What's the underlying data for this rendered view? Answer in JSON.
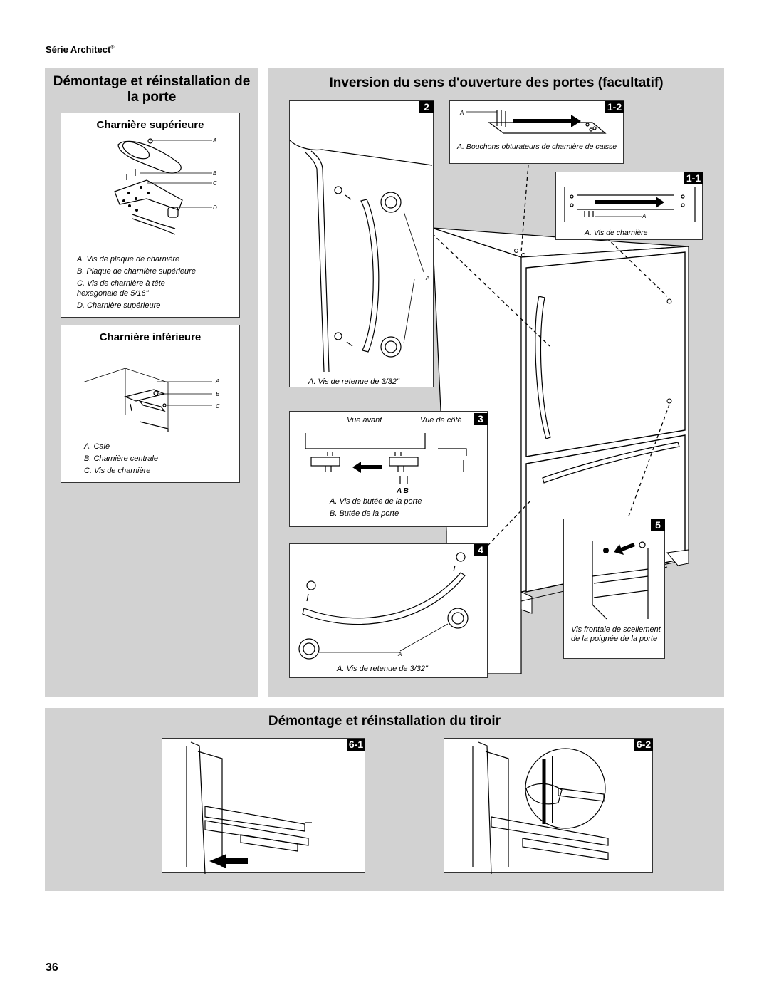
{
  "header": {
    "series": "Série Architect",
    "reg": "®"
  },
  "left_panel": {
    "title": "Démontage et réinstallation de la porte",
    "top_hinge": {
      "title": "Charnière supérieure",
      "letters": [
        "A",
        "B",
        "C",
        "D"
      ],
      "legend": [
        "A. Vis de plaque de charnière",
        "B. Plaque de charnière supérieure",
        "C. Vis de charnière à tête hexagonale de 5/16\"",
        "D. Charnière supérieure"
      ]
    },
    "bottom_hinge": {
      "title": "Charnière inférieure",
      "letters": [
        "A",
        "B",
        "C"
      ],
      "legend": [
        "A. Cale",
        "B. Charnière centrale",
        "C. Vis de charnière"
      ]
    }
  },
  "right_panel": {
    "title": "Inversion du sens d'ouverture des portes (facultatif)",
    "fig2": {
      "badge": "2",
      "letter": "A",
      "caption": "A. Vis de retenue de 3/32\""
    },
    "fig1_2": {
      "badge": "1-2",
      "letter": "A",
      "caption": "A. Bouchons obturateurs de charnière de caisse"
    },
    "fig1_1": {
      "badge": "1-1",
      "letter": "A",
      "caption": "A. Vis de charnière"
    },
    "fig3": {
      "badge": "3",
      "front": "Vue avant",
      "side": "Vue de côté",
      "letters": "A  B",
      "legend": [
        "A. Vis de butée de la porte",
        "B. Butée de la porte"
      ]
    },
    "fig4": {
      "badge": "4",
      "letter": "A",
      "caption": "A. Vis de retenue de 3/32\""
    },
    "fig5": {
      "badge": "5",
      "caption": "Vis frontale de scellement de la poignée de la porte"
    }
  },
  "bottom_panel": {
    "title": "Démontage et réinstallation du tiroir",
    "fig6_1": {
      "badge": "6-1"
    },
    "fig6_2": {
      "badge": "6-2"
    }
  },
  "page_number": "36"
}
